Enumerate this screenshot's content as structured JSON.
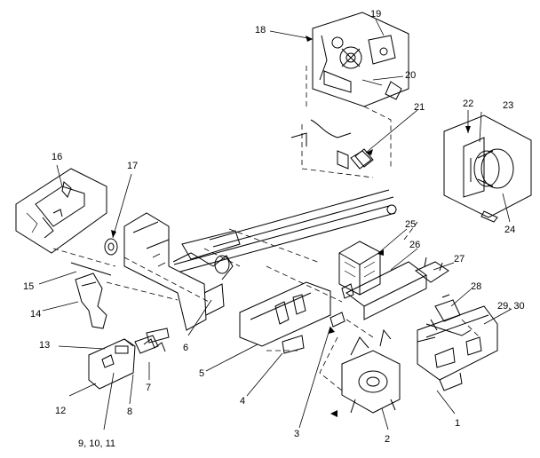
{
  "diagram": {
    "callouts": [
      {
        "id": "c1",
        "label": "1"
      },
      {
        "id": "c2",
        "label": "2"
      },
      {
        "id": "c3",
        "label": "3"
      },
      {
        "id": "c4",
        "label": "4"
      },
      {
        "id": "c5",
        "label": "5"
      },
      {
        "id": "c6",
        "label": "6"
      },
      {
        "id": "c7",
        "label": "7"
      },
      {
        "id": "c8",
        "label": "8"
      },
      {
        "id": "c9",
        "label": "9, 10, 11"
      },
      {
        "id": "c12",
        "label": "12"
      },
      {
        "id": "c13",
        "label": "13"
      },
      {
        "id": "c14",
        "label": "14"
      },
      {
        "id": "c15",
        "label": "15"
      },
      {
        "id": "c16",
        "label": "16"
      },
      {
        "id": "c17",
        "label": "17"
      },
      {
        "id": "c18",
        "label": "18"
      },
      {
        "id": "c19",
        "label": "19"
      },
      {
        "id": "c20",
        "label": "20"
      },
      {
        "id": "c21",
        "label": "21"
      },
      {
        "id": "c22",
        "label": "22"
      },
      {
        "id": "c23",
        "label": "23"
      },
      {
        "id": "c24",
        "label": "24"
      },
      {
        "id": "c25",
        "label": "25"
      },
      {
        "id": "c26",
        "label": "26"
      },
      {
        "id": "c27",
        "label": "27"
      },
      {
        "id": "c28",
        "label": "28"
      },
      {
        "id": "c29",
        "label": "29, 30"
      }
    ]
  }
}
